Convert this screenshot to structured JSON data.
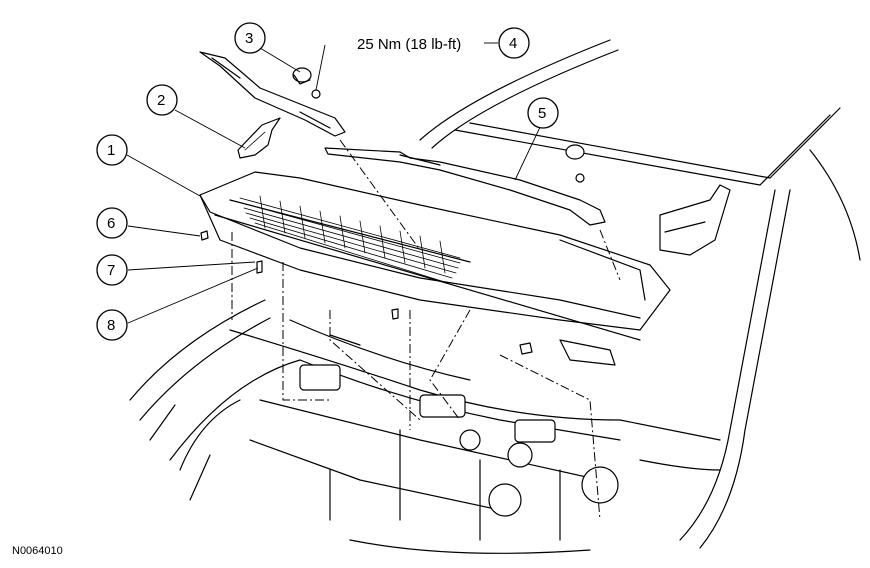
{
  "figure": {
    "id_label": "N0064010",
    "torque_spec": "25 Nm (18 lb-ft)"
  },
  "callouts": [
    {
      "number": "1"
    },
    {
      "number": "2"
    },
    {
      "number": "3"
    },
    {
      "number": "4"
    },
    {
      "number": "5"
    },
    {
      "number": "6"
    },
    {
      "number": "7"
    },
    {
      "number": "8"
    }
  ]
}
